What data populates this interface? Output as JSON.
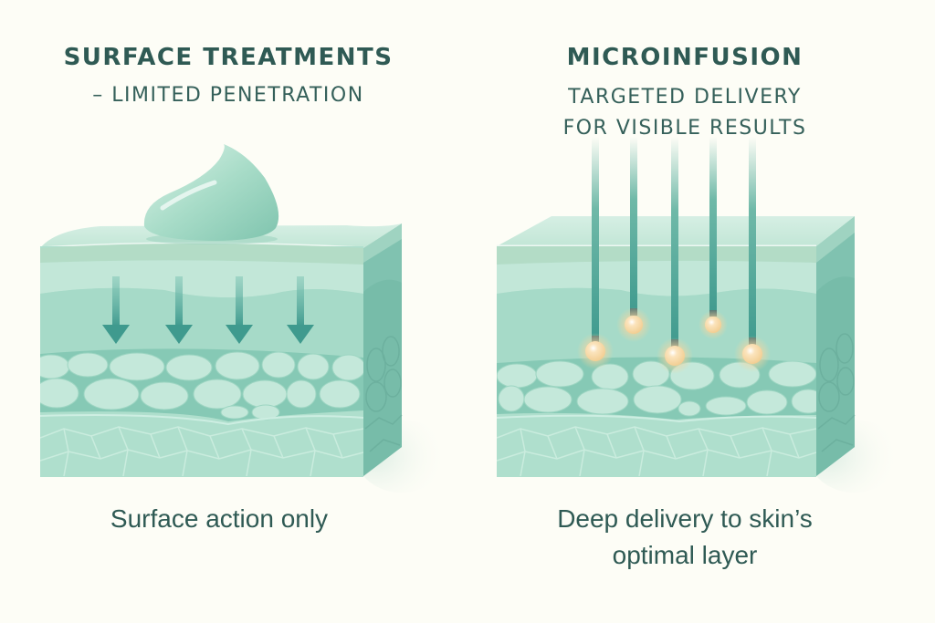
{
  "colors": {
    "background": "#fdfdf6",
    "text": "#2f5a54",
    "skin_top": "#c6e7d8",
    "stratum": "#b3dcc6",
    "epidermis_light": "#bfe5d6",
    "epidermis_mid": "#a6dac8",
    "cell_fill": "#c4e8da",
    "cell_gap": "#86c9b5",
    "dermis": "#afdfcd",
    "side_face": "#80c2b0",
    "arrow": "#3f9a8e",
    "needle": "#3f9a8e",
    "glow": "#f7d8a6"
  },
  "left_panel": {
    "title": "SURFACE TREATMENTS",
    "subtitle": "– LIMITED PENETRATION",
    "caption": "Surface action only",
    "arrow_count": 4
  },
  "right_panel": {
    "title": "MICROINFUSION",
    "subtitle_line1": "TARGETED DELIVERY",
    "subtitle_line2": "FOR VISIBLE RESULTS",
    "caption_line1": "Deep delivery to skin’s",
    "caption_line2": "optimal layer",
    "needle_count": 5
  }
}
